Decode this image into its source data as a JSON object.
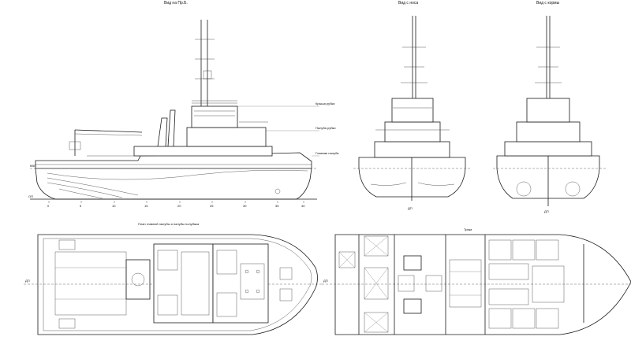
{
  "views": {
    "side": "Вид на Пр.Б.",
    "bow": "Вид с носа",
    "stern": "Вид с кормы",
    "main_deck_plan": "План главной палубы и палубы полубака",
    "hold_plan": "Трюм"
  },
  "deck_labels": {
    "bridge_roof": "Крыша рубки",
    "bridge_deck": "Палуба рубки",
    "main_deck": "Главная палуба"
  },
  "waterline": "КВЛ",
  "baseline": "ОП",
  "centerline": "ДП",
  "frames": [
    "0",
    "5",
    "10",
    "15",
    "20",
    "25",
    "30",
    "35",
    "40"
  ]
}
